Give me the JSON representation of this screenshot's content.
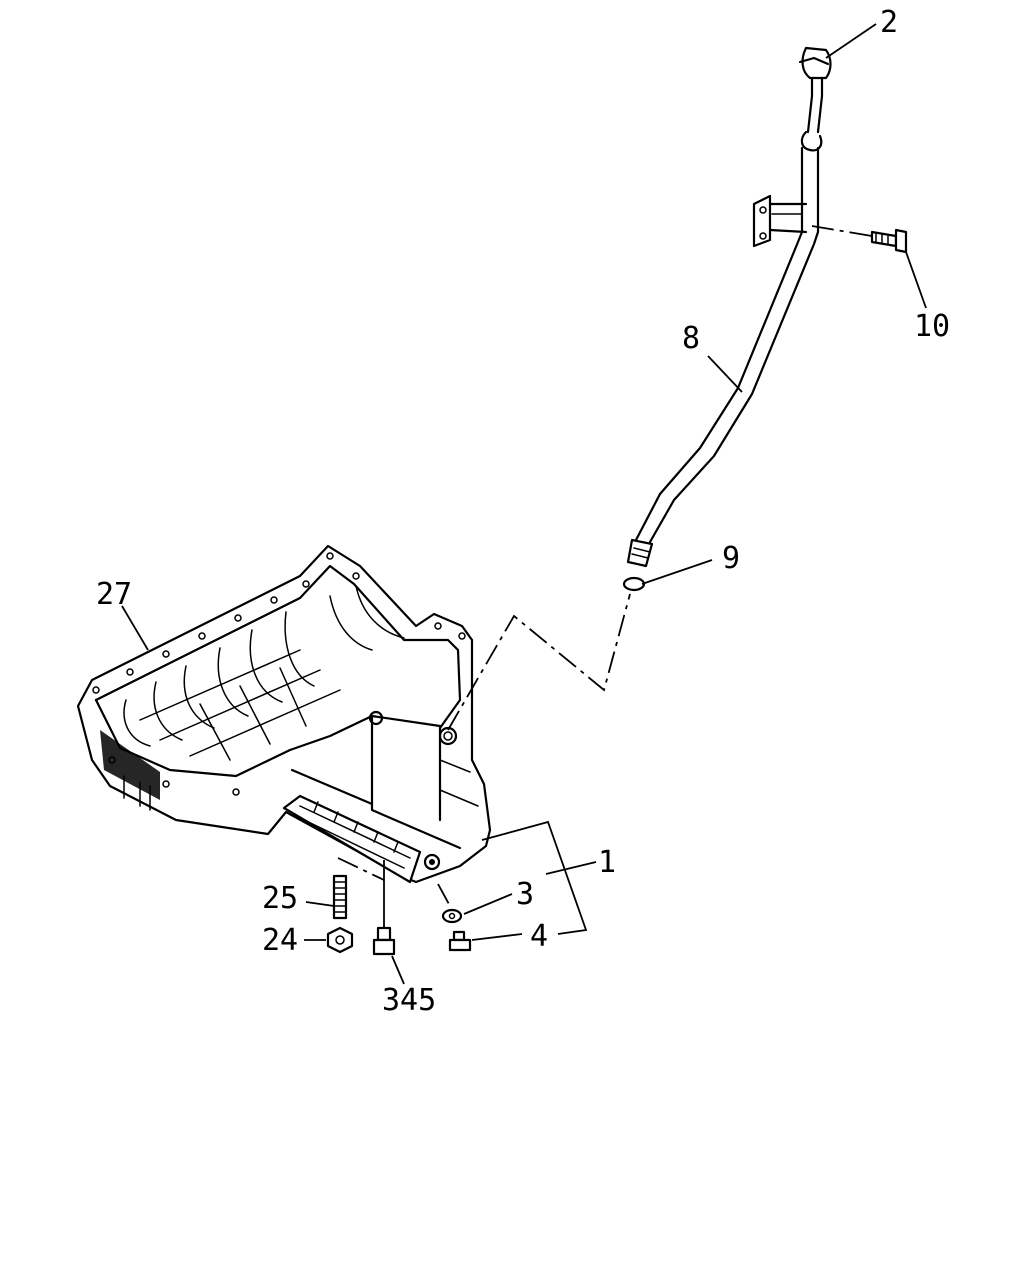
{
  "callouts": {
    "c1": "1",
    "c2": "2",
    "c3": "3",
    "c4": "4",
    "c8": "8",
    "c9": "9",
    "c10": "10",
    "c24": "24",
    "c25": "25",
    "c27": "27",
    "c345": "345"
  }
}
